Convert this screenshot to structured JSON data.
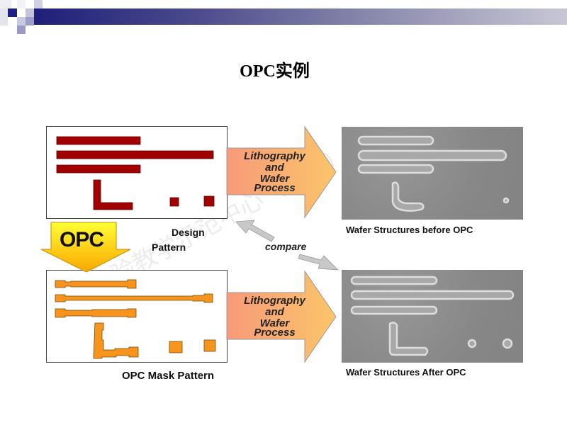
{
  "slide": {
    "title": "OPC实例",
    "watermark": "物理实验教学示范中心（大学）"
  },
  "design_panel": {
    "label_line1": "Design",
    "label_line2": "Pattern",
    "shape_color": "#a00000"
  },
  "mask_panel": {
    "label": "OPC Mask Pattern",
    "shape_color": "#f7941d"
  },
  "opc_arrow": {
    "label": "OPC",
    "color_top": "#ffff33",
    "color_bottom": "#f7a800"
  },
  "process_arrows": [
    {
      "lines": [
        "Lithography",
        "and",
        "Wafer",
        "Process"
      ]
    },
    {
      "lines": [
        "Lithography",
        "and",
        "Wafer",
        "Process"
      ]
    }
  ],
  "compare_label": "compare",
  "wafer_before": {
    "caption": "Wafer Structures before OPC"
  },
  "wafer_after": {
    "caption": "Wafer Structures After OPC"
  },
  "colors": {
    "header_dark": "#1f1f7a",
    "process_arrow_left": "#f79a78",
    "process_arrow_right": "#fcc56a",
    "compare_arrow": "#c8c8c8"
  }
}
